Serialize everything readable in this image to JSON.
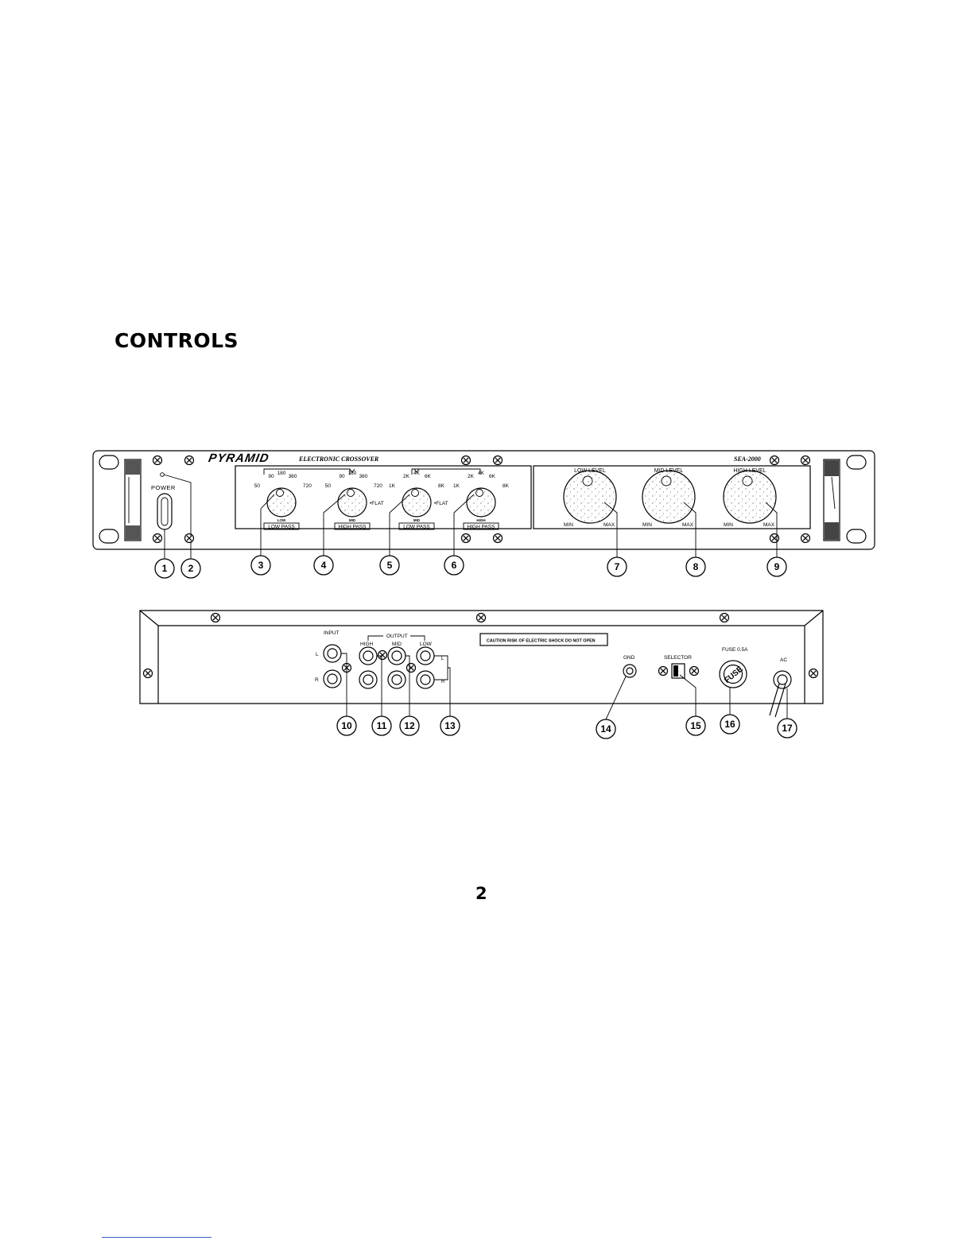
{
  "heading": "CONTROLS",
  "page_number": "2",
  "front_panel": {
    "brand": "PYRAMID",
    "model_line": "ELECTRONIC CROSSOVER",
    "model_number": "SEA-2000",
    "power_label": "POWER",
    "crossover_knobs": [
      {
        "scale": [
          "50",
          "90",
          "180",
          "360",
          "720"
        ],
        "name": "LOW",
        "section": "LOW PASS",
        "flat": ""
      },
      {
        "scale": [
          "50",
          "90",
          "180",
          "360",
          "720"
        ],
        "name": "MID",
        "section": "HIGH PASS",
        "flat": "FLAT"
      },
      {
        "scale": [
          "1K",
          "2K",
          "4K",
          "6K",
          "8K"
        ],
        "name": "MID",
        "section": "LOW PASS",
        "flat": "FLAT"
      },
      {
        "scale": [
          "1K",
          "2K",
          "4K",
          "6K",
          "8K"
        ],
        "name": "HIGH",
        "section": "HIGH PASS",
        "flat": ""
      }
    ],
    "level_knobs": [
      {
        "title": "LOW LEVEL",
        "min": "MIN",
        "max": "MAX"
      },
      {
        "title": "MID LEVEL",
        "min": "MIN",
        "max": "MAX"
      },
      {
        "title": "HIGH LEVEL",
        "min": "MIN",
        "max": "MAX"
      }
    ],
    "callouts": [
      "1",
      "2",
      "3",
      "4",
      "5",
      "6",
      "7",
      "8",
      "9"
    ]
  },
  "rear_panel": {
    "input_label": "INPUT",
    "output_label": "OUTPUT",
    "output_groups": [
      "HIGH",
      "MID",
      "LOW"
    ],
    "left": "L",
    "right": "R",
    "caution": "CAUTION  RISK OF ELECTRIC SHOCK DO NOT OPEN",
    "gnd": "GND",
    "selector": "SELECTOR",
    "fuse_label": "FUSE 0.5A",
    "fuse_text": "FUSE",
    "ac": "AC",
    "callouts": [
      "10",
      "11",
      "12",
      "13",
      "14",
      "15",
      "16",
      "17"
    ]
  }
}
